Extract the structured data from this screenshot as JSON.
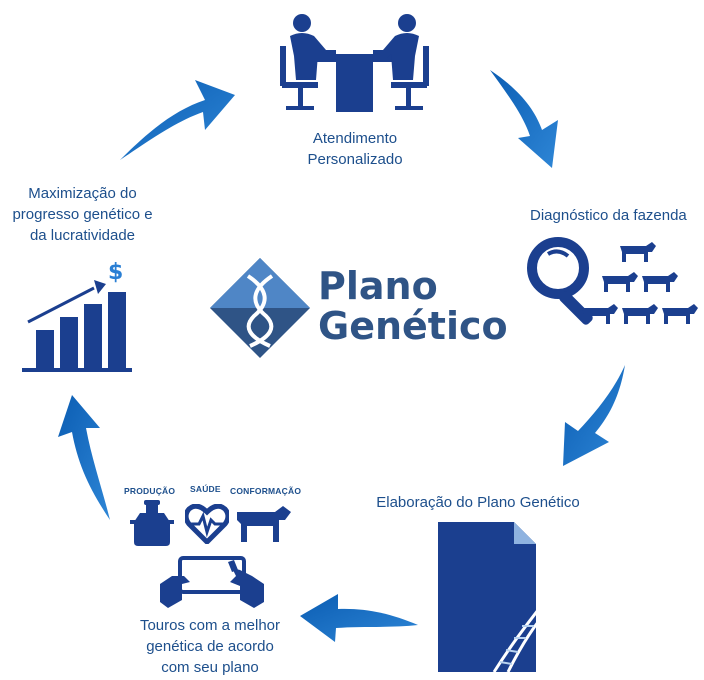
{
  "logo": {
    "line1": "Plano",
    "line2": "Genético"
  },
  "steps": {
    "atendimento": {
      "line1": "Atendimento",
      "line2": "Personalizado"
    },
    "diagnostico": {
      "label": "Diagnóstico da fazenda"
    },
    "elaboracao": {
      "label": "Elaboração do Plano Genético"
    },
    "touros": {
      "line1": "Touros com a melhor",
      "line2": "genética de acordo",
      "line3": "com seu plano"
    },
    "maximizacao": {
      "line1": "Maximização do",
      "line2": "progresso genético e",
      "line3": "da lucratividade"
    }
  },
  "mini_labels": {
    "producao": "PRODUÇÃO",
    "saude": "SAÚDE",
    "conformacao": "CONFORMAÇÃO"
  },
  "dollar": "$",
  "colors": {
    "primary": "#1b3f8f",
    "arrow": "#1f6fbf",
    "text": "#1d4f8c"
  }
}
